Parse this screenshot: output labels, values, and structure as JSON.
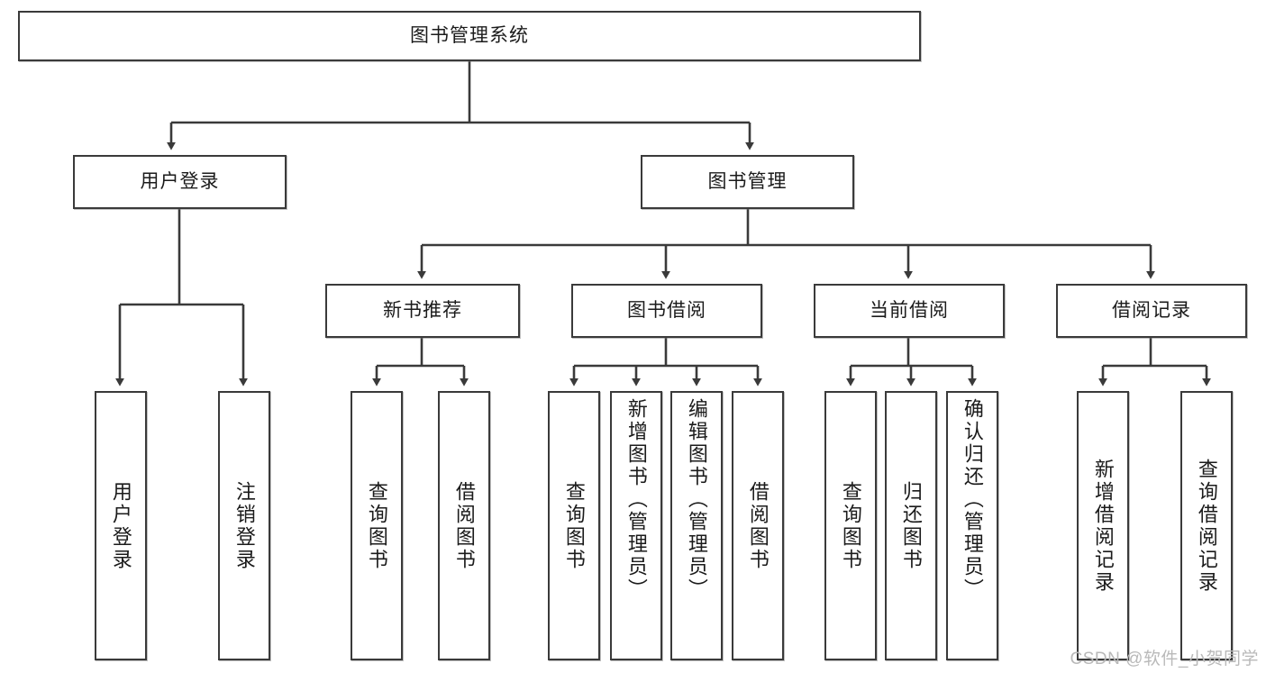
{
  "diagram": {
    "title": "图书管理系统",
    "watermark": "CSDN @软件_小贺同学",
    "colors": {
      "stroke": "#3a3a3a",
      "text": "#1b1b1b",
      "background": "#ffffff",
      "watermark": "#b9b9b9"
    },
    "root": {
      "label": "图书管理系统"
    },
    "level2": [
      {
        "label": "用户登录"
      },
      {
        "label": "图书管理"
      }
    ],
    "level3": [
      {
        "label": "新书推荐"
      },
      {
        "label": "图书借阅"
      },
      {
        "label": "当前借阅"
      },
      {
        "label": "借阅记录"
      }
    ],
    "leaves": {
      "user_login": [
        {
          "label": "用户登录"
        },
        {
          "label": "注销登录"
        }
      ],
      "new_book": [
        {
          "label": "查询图书"
        },
        {
          "label": "借阅图书"
        }
      ],
      "borrow_book": [
        {
          "label": "查询图书"
        },
        {
          "label": "新增图书（管理员）"
        },
        {
          "label": "编辑图书（管理员）"
        },
        {
          "label": "借阅图书"
        }
      ],
      "current_borrow": [
        {
          "label": "查询图书"
        },
        {
          "label": "归还图书"
        },
        {
          "label": "确认归还（管理员）"
        }
      ],
      "borrow_record": [
        {
          "label": "新增借阅记录"
        },
        {
          "label": "查询借阅记录"
        }
      ]
    }
  }
}
